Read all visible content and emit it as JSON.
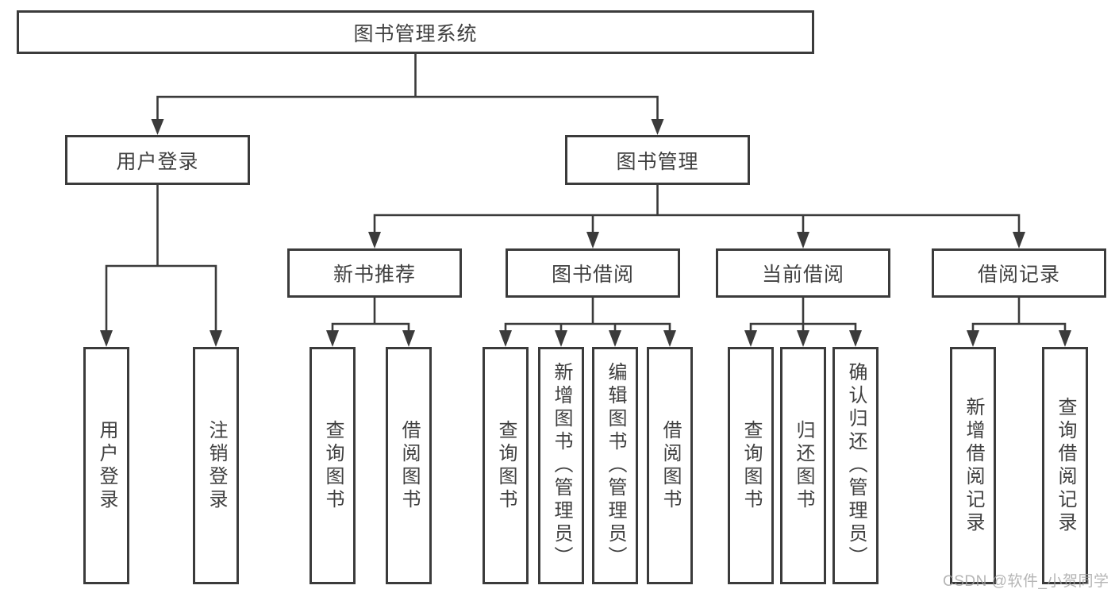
{
  "diagram": {
    "root": "图书管理系统",
    "branches": {
      "user_login": "用户登录",
      "book_management": "图书管理"
    },
    "modules": [
      "新书推荐",
      "图书借阅",
      "当前借阅",
      "借阅记录"
    ],
    "leaves": {
      "user_login": [
        "用户登录",
        "注销登录"
      ],
      "new_book_recommend": [
        "查询图书",
        "借阅图书"
      ],
      "book_borrowing": [
        "查询图书",
        "新增图书（管理员）",
        "编辑图书（管理员）",
        "借阅图书"
      ],
      "current_borrowing": [
        "查询图书",
        "归还图书",
        "确认归还（管理员）"
      ],
      "borrowing_records": [
        "新增借阅记录",
        "查询借阅记录"
      ]
    },
    "watermark": "CSDN @软件_小贺同学",
    "colors": {
      "line": "#3b3b3b",
      "text": "#404040",
      "watermark": "#a3a3a3",
      "background": "#ffffff"
    }
  }
}
